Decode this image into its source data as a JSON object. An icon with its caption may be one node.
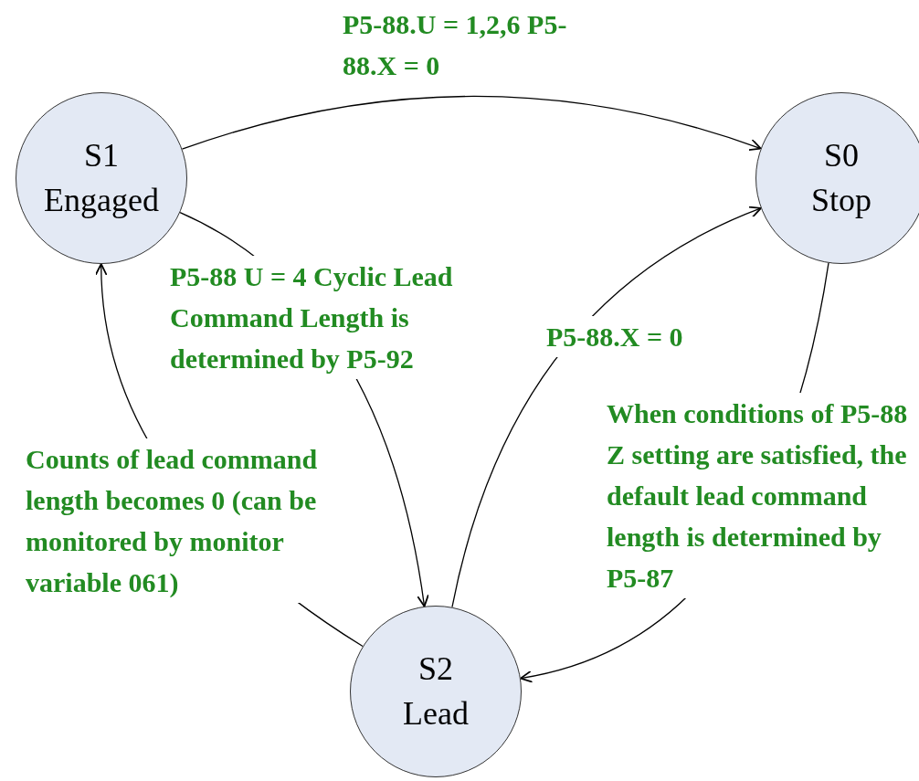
{
  "diagram": {
    "nodes": [
      {
        "text": [
          "S1",
          "Engaged"
        ]
      },
      {
        "text": [
          "S0",
          "Stop"
        ]
      },
      {
        "text": [
          "S2",
          "Lead"
        ]
      }
    ],
    "edges": [
      {
        "from": 0,
        "to": 1,
        "arrow": "to",
        "label": "P5-88.U = 1,2,6 P5-88.X = 0"
      },
      {
        "from": 0,
        "to": 2,
        "arrow": "to",
        "label": "P5-88 U = 4 Cyclic Lead Command Length is determined by P5-92"
      },
      {
        "from": 2,
        "to": 0,
        "arrow": "to",
        "label": "Counts of lead command length becomes 0 (can be monitored by monitor variable 061)"
      },
      {
        "from": 2,
        "to": 1,
        "arrow": "to",
        "label": "P5-88.X = 0"
      },
      {
        "from": 1,
        "to": 2,
        "arrow": "to",
        "label": "When conditions of P5-88 Z setting are satisfied, the default lead command length is determined by P5-87"
      }
    ]
  }
}
